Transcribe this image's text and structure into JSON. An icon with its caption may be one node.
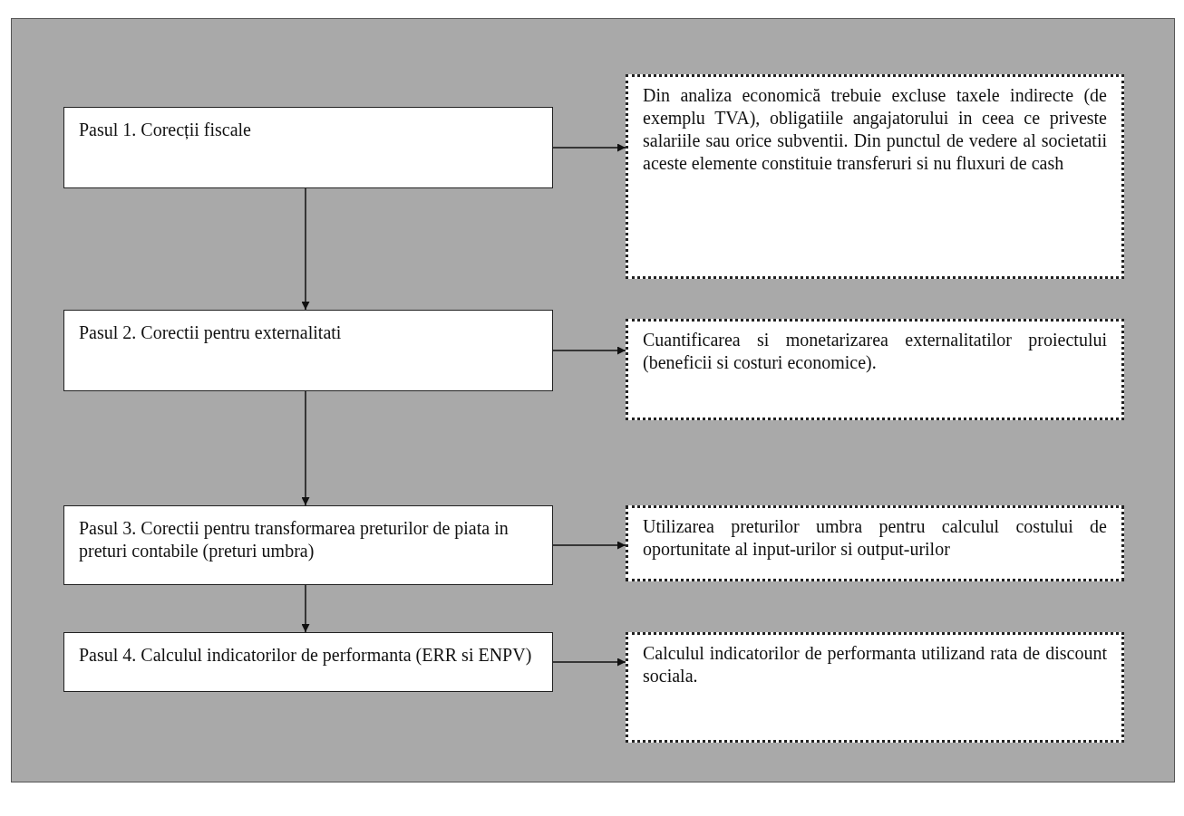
{
  "diagram": {
    "nodes": [
      {
        "text": [
          "Pasul 1. Corecții fiscale"
        ]
      },
      {
        "text": [
          "Din analiza economică trebuie excluse taxele indirecte (de exemplu TVA), obligatiile angajatorului in ceea ce priveste salariile sau orice subventii. Din punctul de vedere al societatii aceste elemente constituie transferuri si nu fluxuri de cash"
        ]
      },
      {
        "text": [
          "Pasul 2. Corectii pentru externalitati"
        ]
      },
      {
        "text": [
          "Cuantificarea si monetarizarea externalitatilor proiectului (beneficii si costuri economice)."
        ]
      },
      {
        "text": [
          "Pasul 3. Corectii pentru transformarea preturilor de piata in preturi contabile (preturi umbra)"
        ]
      },
      {
        "text": [
          "Utilizarea preturilor umbra pentru calculul costului de oportunitate al input-urilor si output-urilor"
        ]
      },
      {
        "text": [
          "Pasul 4. Calculul indicatorilor de performanta (ERR si ENPV)"
        ]
      },
      {
        "text": [
          "Calculul indicatorilor de performanta utilizand rata de discount sociala."
        ]
      }
    ],
    "edges": [
      {
        "from": 0,
        "to": 1,
        "arrow": "to"
      },
      {
        "from": 0,
        "to": 2,
        "arrow": "to"
      },
      {
        "from": 2,
        "to": 3,
        "arrow": "to"
      },
      {
        "from": 2,
        "to": 4,
        "arrow": "to"
      },
      {
        "from": 4,
        "to": 5,
        "arrow": "to"
      },
      {
        "from": 4,
        "to": 6,
        "arrow": "to"
      },
      {
        "from": 6,
        "to": 7,
        "arrow": "to"
      }
    ]
  }
}
